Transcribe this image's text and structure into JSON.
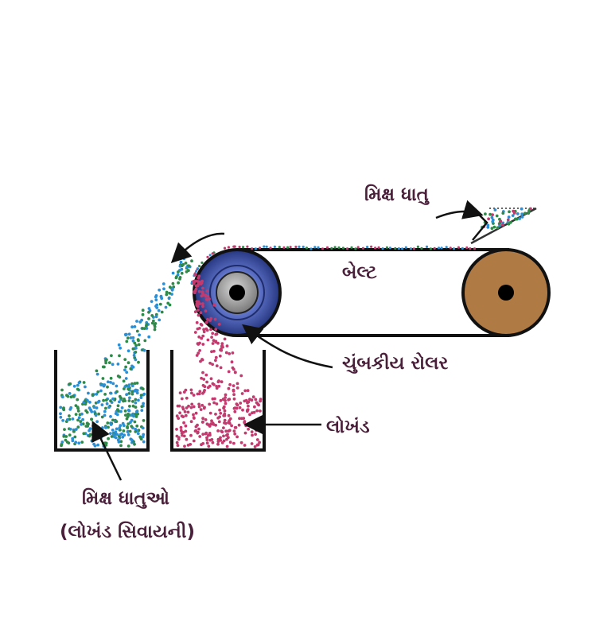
{
  "labels": {
    "mixed_metals": "મિક્ષ ધાતુ",
    "belt": "બેલ્ટ",
    "magnetic_roller": "ચુંબકીય રોલર",
    "iron": "લોખંડ",
    "mixed_metals_out_line1": "મિક્ષ ધાતુઓ",
    "mixed_metals_out_line2": "(લોખંડ સિવાયની)"
  },
  "colors": {
    "label_text": "#4a1f3a",
    "roller_blue": "#3a4fa8",
    "roller_hub": "#8c8c8c",
    "drive_roller": "#b07a45",
    "particle_blue": "#2b8fd6",
    "particle_green": "#2f8a4a",
    "particle_pink": "#c23a6e"
  }
}
